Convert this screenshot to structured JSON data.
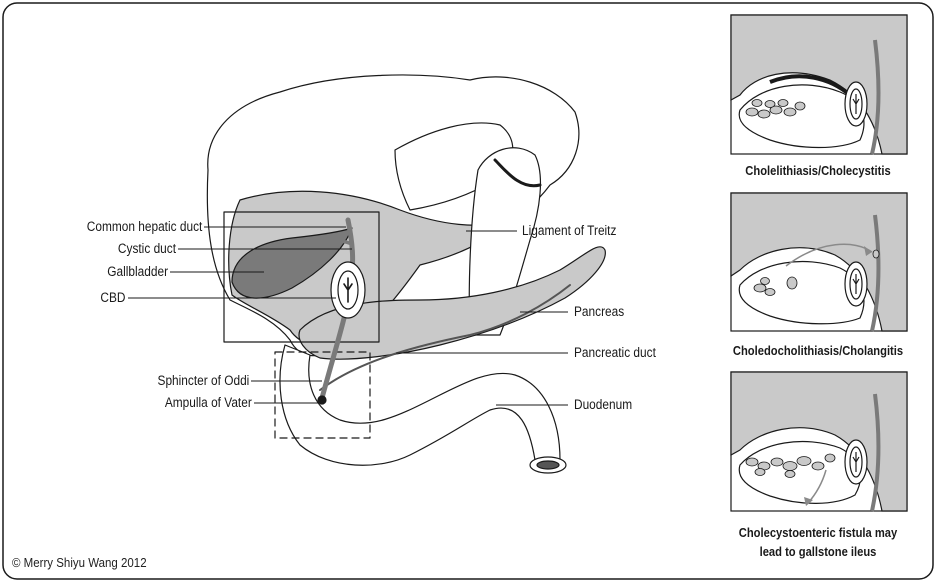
{
  "labels": {
    "common_hepatic_duct": "Common hepatic duct",
    "cystic_duct": "Cystic duct",
    "gallbladder": "Gallbladder",
    "cbd": "CBD",
    "sphincter_of_oddi": "Sphincter of Oddi",
    "ampulla_of_vater": "Ampulla of Vater",
    "ligament_of_treitz": "Ligament of Treitz",
    "pancreas": "Pancreas",
    "pancreatic_duct": "Pancreatic duct",
    "duodenum": "Duodenum"
  },
  "panels": {
    "panel1_caption": "Cholelithiasis/Cholecystitis",
    "panel2_caption": "Choledocholithiasis/Cholangitis",
    "panel3_caption_line1": "Cholecystoenteric fistula may",
    "panel3_caption_line2": "lead to gallstone ileus"
  },
  "copyright": "© Merry Shiyu Wang 2012",
  "colors": {
    "line": "#1a1a1a",
    "organ_gray": "#c9c9c9",
    "dark_gray": "#7a7a7a",
    "arrow_gray": "#8a8a8a",
    "white": "#ffffff"
  }
}
